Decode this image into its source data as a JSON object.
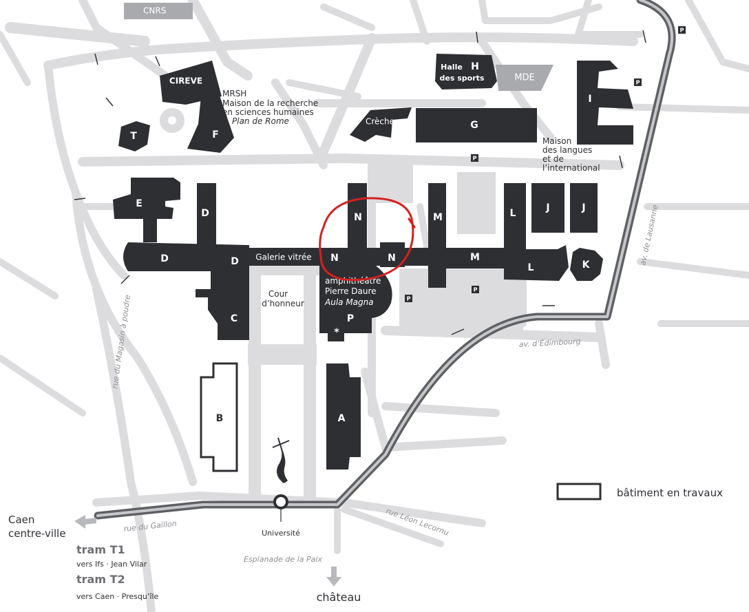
{
  "buildings": {
    "cnrs": "CNRS",
    "cireve": "CIREVE",
    "f": "F",
    "t": "T",
    "e": "E",
    "d_top": "D",
    "d_left": "D",
    "d_right": "D",
    "c": "C",
    "creche": "Crèche",
    "halle_line1": "Halle",
    "halle_h": "H",
    "halle_line2": "des sports",
    "mde": "MDE",
    "g": "G",
    "i": "I",
    "n_top": "N",
    "n_left": "N",
    "n_right": "N",
    "m_top": "M",
    "m_right": "M",
    "l_top": "L",
    "l_bottom": "L",
    "j1": "J",
    "j2": "J",
    "k": "K",
    "p": "P",
    "b": "B",
    "a": "A",
    "asterisk": "*"
  },
  "labels": {
    "mrsh_1": "MRSH",
    "mrsh_2": "Maison de la recherche",
    "mrsh_3": "en sciences humaines",
    "mrsh_4": "Plan de Rome",
    "langues_1": "Maison",
    "langues_2": "des langues",
    "langues_3": "et de",
    "langues_4": "l’international",
    "galerie": "Galerie vitrée",
    "amphi_1": "amphithéâtre",
    "amphi_2": "Pierre Daure",
    "amphi_3": "Aula Magna",
    "cour_1": "Cour",
    "cour_2": "d’honneur",
    "universite": "Université",
    "chateau": "château",
    "caen_1": "Caen",
    "caen_2": "centre-ville"
  },
  "streets": {
    "gaillon": "rue du Gaillon",
    "esplanade": "Esplanade de la Paix",
    "lecornu": "rue Léon Lecornu",
    "edimbourg": "av. d’Édimbourg",
    "lausanne": "av. de Lausanne",
    "magasin": "rue du Magasin à poudre"
  },
  "tram": {
    "t1_name": "tram T1",
    "t1_dir": "vers Ifs · Jean Vilar",
    "t2_name": "tram T2",
    "t2_dir": "vers Caen · Presqu’île"
  },
  "legend": {
    "works": "bâtiment en travaux"
  },
  "parking_label": "P",
  "colors": {
    "building": "#2e2f33",
    "road": "#dcdcde",
    "tram": "#5f6064",
    "highlight": "#d42020",
    "mde": "#a9aaae"
  }
}
